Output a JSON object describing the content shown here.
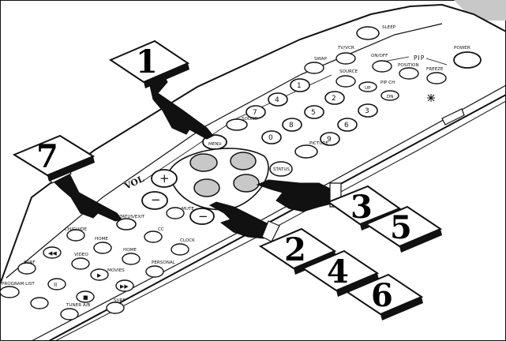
{
  "figure": {
    "remote": {
      "color_body": "#ffffff",
      "color_lines": "#111111",
      "color_highlight": "#c8c8c8",
      "top_buttons": {
        "sleep": "SLEEP",
        "power": "POWER",
        "tvvcr": "TV/VCR",
        "on_off": "ON/OFF",
        "position": "POSITION",
        "freeze": "FREEZE",
        "swap": "SWAP",
        "source": "SOURCE",
        "up": "UP",
        "pip_ch": "PIP CH",
        "dn": "DN",
        "pip": "PIP"
      },
      "digits": [
        "1",
        "2",
        "3",
        "4",
        "5",
        "6",
        "7",
        "8",
        "9",
        "0"
      ],
      "side_buttons": {
        "sound": "SOUND",
        "picture": "PICTURE",
        "menu": "MENU",
        "status": "STATUS",
        "vol": "VOL",
        "mute": "MUTE",
        "surf": "SURF"
      },
      "lower_buttons": {
        "status_exit": "STATUS/EXIT",
        "cc": "CC",
        "clock": "CLOCK",
        "home": "HOME",
        "video": "VIDEO",
        "movies": "MOVIES",
        "personal": "PERSONAL",
        "prog_list": "PROGRAM LIST",
        "surf": "SURF",
        "tuner_a_b": "TUNER A/B",
        "channel": "CH/GUIDE"
      }
    },
    "steps": [
      "1",
      "7",
      "3",
      "5",
      "2",
      "4",
      "6"
    ]
  }
}
